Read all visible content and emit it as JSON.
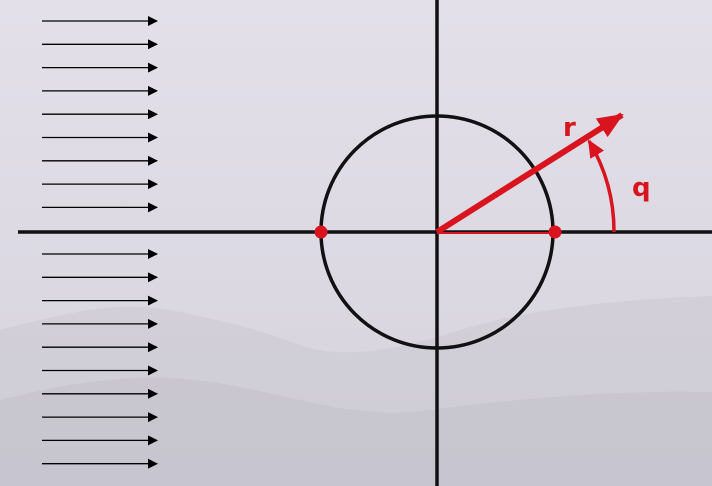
{
  "diagram": {
    "labels": {
      "radius": "r",
      "angle": "q"
    },
    "colors": {
      "accent": "#d9141e",
      "axis": "#111111",
      "arrow": "#000000",
      "background": "#e0dde6"
    },
    "flow_arrows": {
      "upper_count": 9,
      "lower_count": 10
    },
    "circle_markers": [
      {
        "name": "left-stagnation-point"
      },
      {
        "name": "right-stagnation-point"
      }
    ],
    "icons": {
      "flow_arrow": "right-arrow-icon",
      "vector": "red-arrow-icon",
      "angle": "arc-arrow-icon"
    }
  }
}
